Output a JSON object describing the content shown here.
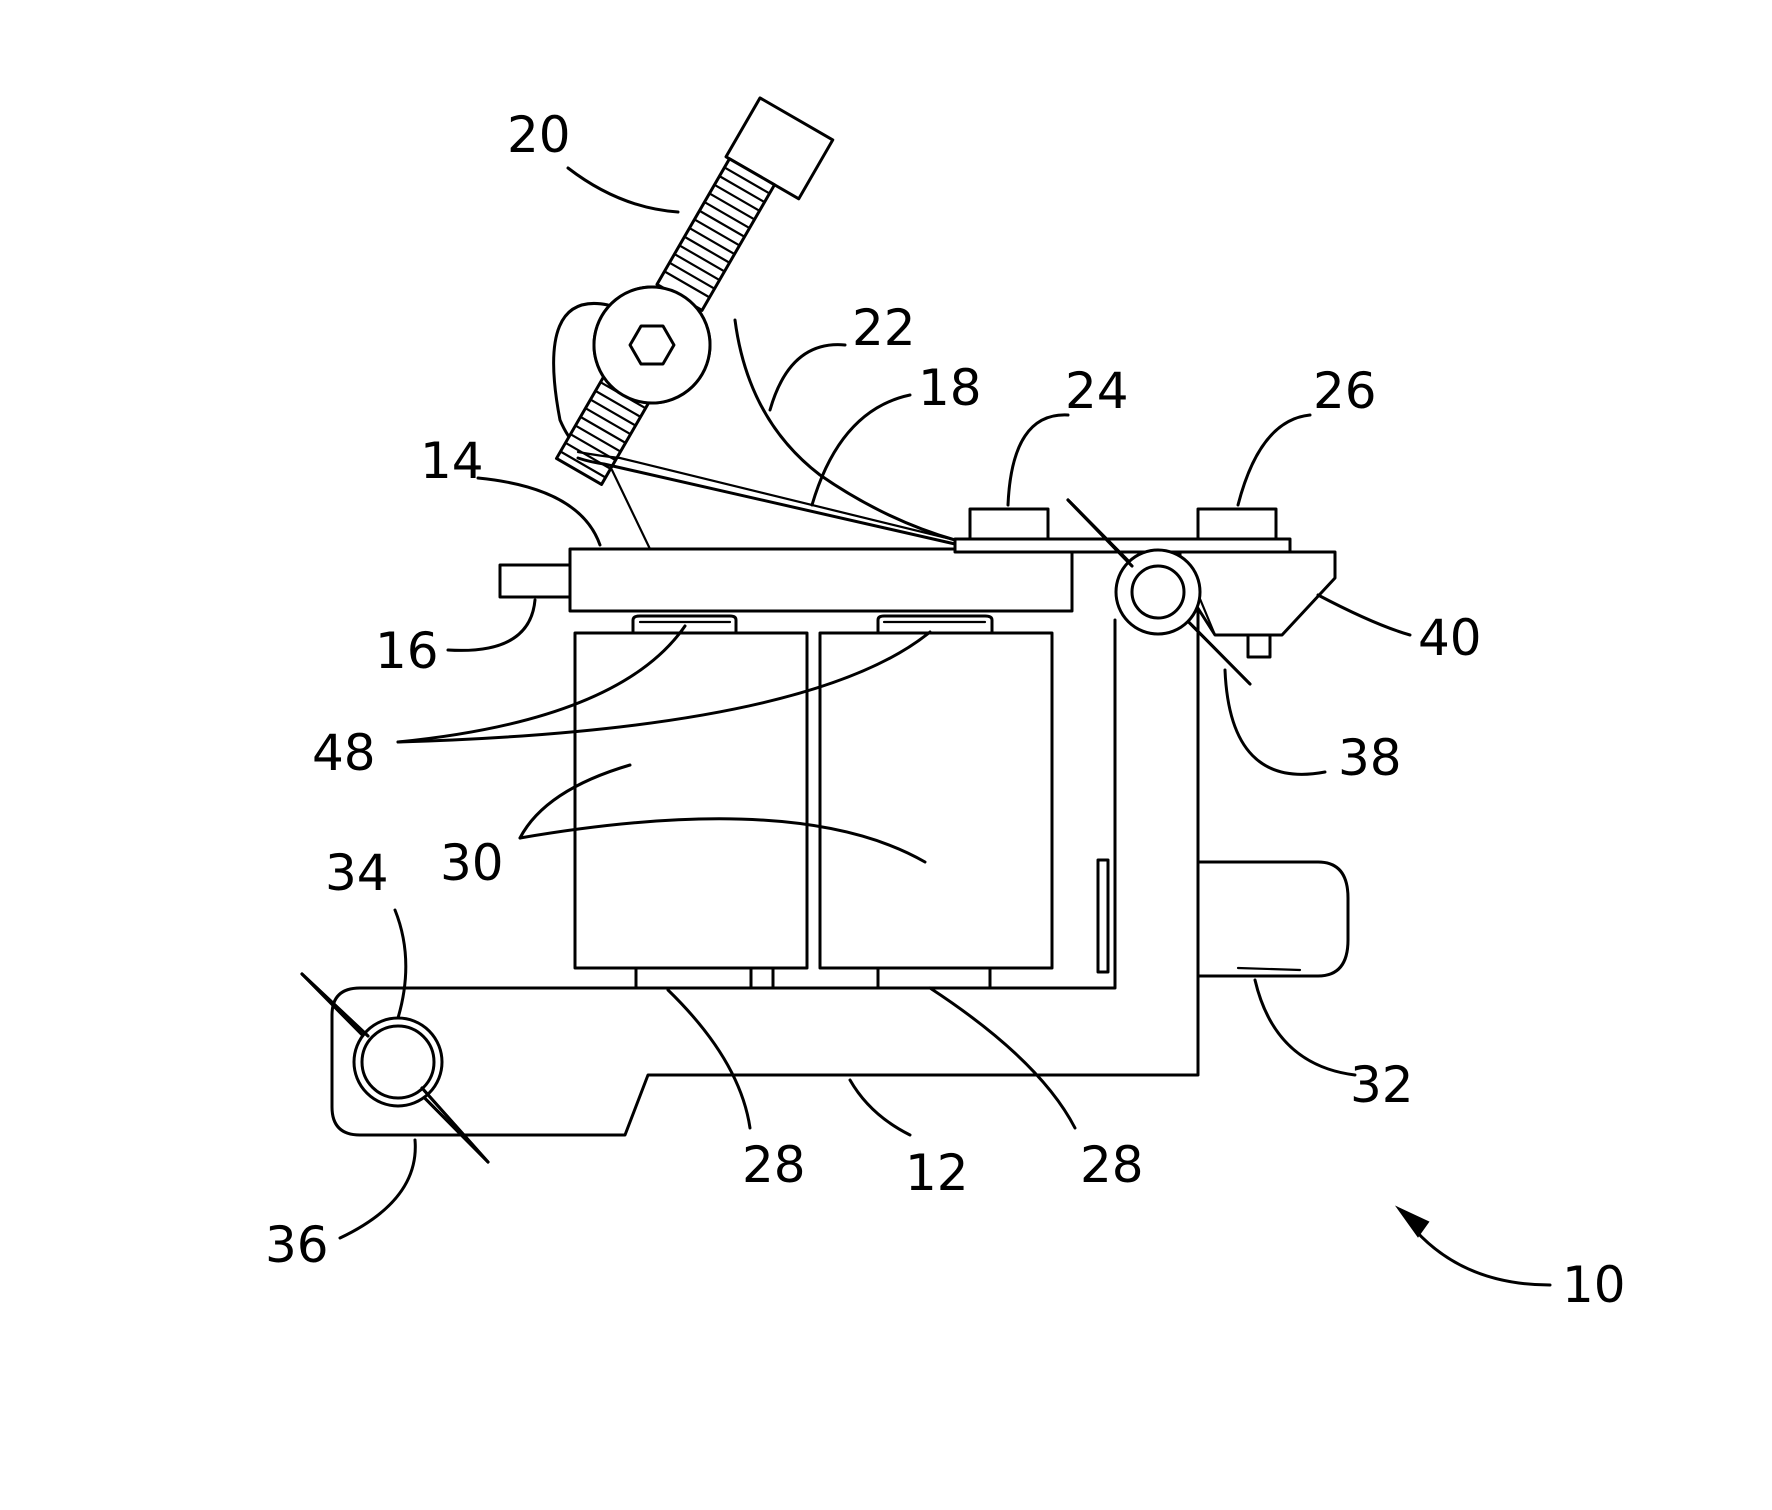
{
  "colors": {
    "line": "#000000",
    "background": "#ffffff"
  },
  "labels": {
    "n10": "10",
    "n12": "12",
    "n14": "14",
    "n16": "16",
    "n18": "18",
    "n20": "20",
    "n22": "22",
    "n24": "24",
    "n26": "26",
    "n28a": "28",
    "n28b": "28",
    "n30": "30",
    "n32": "32",
    "n34": "34",
    "n36": "36",
    "n38": "38",
    "n40": "40",
    "n48": "48"
  }
}
